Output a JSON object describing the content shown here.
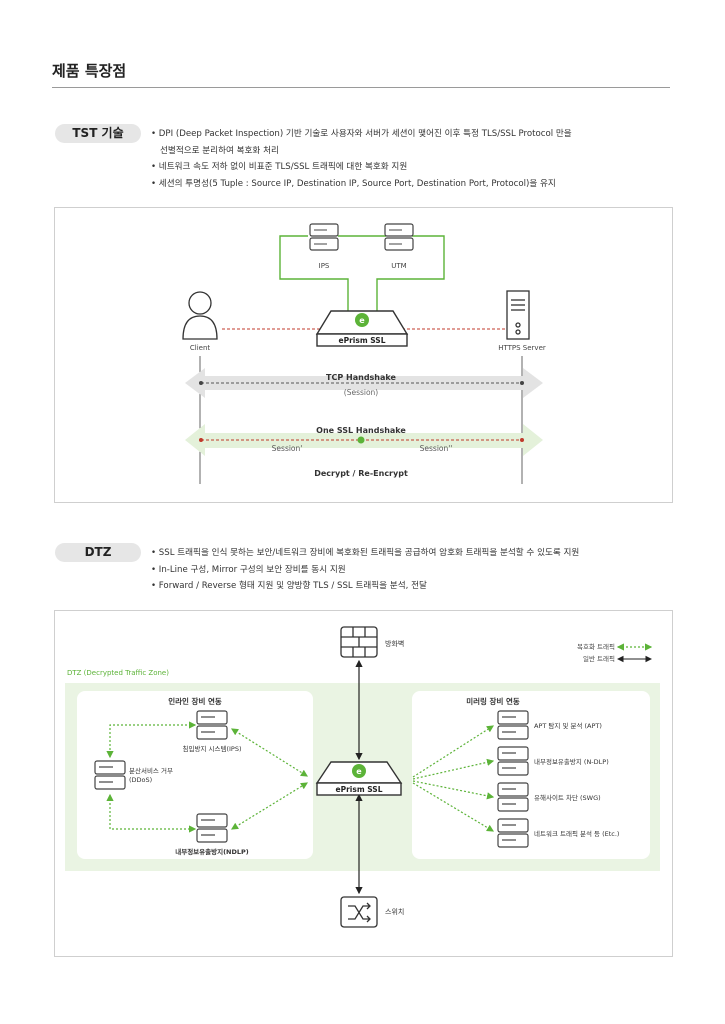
{
  "page": {
    "title": "제품 특장점"
  },
  "tst": {
    "badge": "TST  기술",
    "bullets": [
      "• DPI (Deep Packet Inspection) 기반 기술로 사용자와 서버가 세션이 맺어진 이후 특정  TLS/SSL Protocol 만을",
      "선별적으로 분리하여  복호화 처리",
      "• 네트워크 속도 저하 없이 비표준 TLS/SSL 트래픽에 대한 복호화 지원",
      "• 세션의 투명성(5 Tuple : Source IP, Destination IP, Source Port, Destination Port, Protocol)을 유지"
    ],
    "diagram": {
      "ips": "IPS",
      "utm": "UTM",
      "client": "Client",
      "server": "HTTPS Server",
      "appliance": "ePrism SSL",
      "tcp_handshake": "TCP Handshake",
      "session": "(Session)",
      "ssl_handshake": "One SSL Handshake",
      "session_left": "Session'",
      "session_right": "Session''",
      "decrypt": "Decrypt / Re-Encrypt"
    }
  },
  "dtz": {
    "badge": "DTZ",
    "bullets": [
      "• SSL 트래픽을 인식 못하는 보안/네트워크 장비에 복호화된 트래픽을 공급하여 암호화 트래픽을 분석할 수 있도록 지원",
      "• In-Line 구성, Mirror 구성의 보안 장비를 동시 지원",
      "• Forward / Reverse 형태 지원 및 양방향 TLS / SSL 트래픽을 분석, 전달"
    ],
    "diagram": {
      "firewall": "방화벽",
      "switch": "스위치",
      "legend_decrypted": "복호화 트래픽",
      "legend_normal": "일반 트래픽",
      "zone_label": "DTZ (Decrypted Traffic Zone)",
      "inline_title": "인라인 장비 연동",
      "mirror_title": "미러링 장비 연동",
      "appliance": "ePrism SSL",
      "inline_ips": "침입방지 시스템(IPS)",
      "inline_ddos_1": "분산서비스 거부",
      "inline_ddos_2": "(DDoS)",
      "inline_ndlp": "내부정보유출방지(NDLP)",
      "mirror_apt": "APT 탐지 및 분석 (APT)",
      "mirror_ndlp": "내부정보유출방지 (N-DLP)",
      "mirror_swg": "유해사이트 차단 (SWG)",
      "mirror_etc": "네트워크 트래픽 분석 등 (Etc.)"
    }
  },
  "colors": {
    "green": "#5cb338",
    "red": "#c0392b",
    "zone_bg": "#eaf4e3",
    "gray_arrow": "#e3e3e3"
  }
}
